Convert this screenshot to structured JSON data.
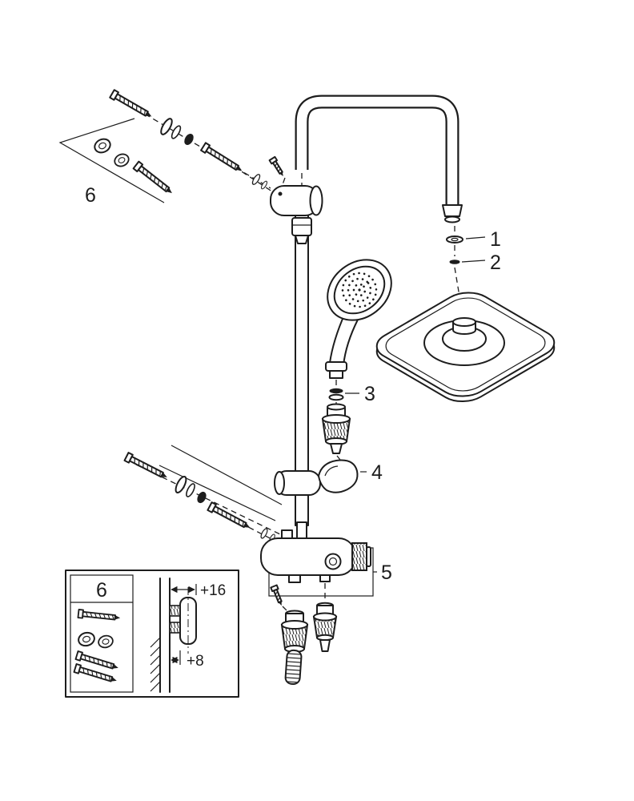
{
  "figure": {
    "background_color": "#ffffff",
    "line_color": "#1d1d1d",
    "type": "exploded-parts-diagram",
    "icon_names": [
      "shower-arm",
      "rain-shower-head",
      "hand-shower",
      "shower-rail",
      "wall-bracket",
      "hand-shower-holder",
      "thermostat-valve",
      "hose-connector",
      "knurled-nut",
      "mounting-screw",
      "wall-anchor",
      "washer",
      "seal-ring",
      "wall-section"
    ]
  },
  "callouts": {
    "part1": "1",
    "part2": "2",
    "part3": "3",
    "part4": "4",
    "part5": "5",
    "part6": "6"
  },
  "inset": {
    "group_label": "6",
    "dim_wall_to_rail_outer": "+16",
    "dim_wall_to_rail_inner": "+8"
  }
}
